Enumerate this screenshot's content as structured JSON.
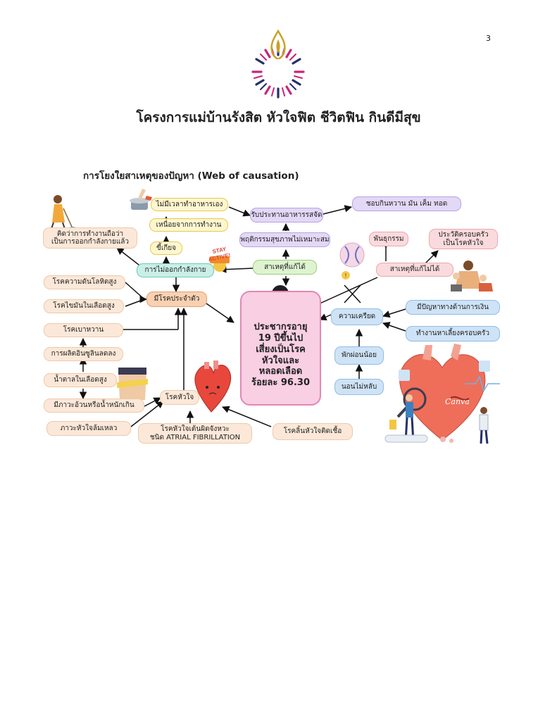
{
  "page_number": "3",
  "project_title": "โครงการแม่บ้านรังสิต หัวใจฟิต ชีวิตฟิน กินดีมีสุข",
  "section_heading": "การโยงใยสาเหตุของปัญหา (Web of causation)",
  "center": {
    "text": "ประชากรอายุ\n19 ปีขึ้นไป\nเสี่ยงเป็นโรค\nหัวใจและ\nหลอดเลือด\nร้อยละ 96.30"
  },
  "nodes": {
    "no_time_cooking": "ไม่มีเวลาทำอาหารเอง",
    "tired_from_work": "เหนื่อยจากการทำงาน",
    "lazy": "ขี้เกียจ",
    "think_housework_exercise": "คิดว่าการทำงานถือว่า\nเป็นการออกกำลังกายแล้ว",
    "no_exercise": "การไม่ออกกำลังกาย",
    "eat_fast_food": "รับประทานอาหารรสจัด",
    "like_sweet_fat_salty": "ชอบกินหวาน มัน เค็ม ทอด",
    "bad_health_behavior": "พฤติกรรมสุขภาพไม่เหมาะสม",
    "modifiable_causes": "สาเหตุที่แก้ได้",
    "genetics": "พันธุกรรม",
    "family_history": "ประวัติครอบครัว\nเป็นโรคหัวใจ",
    "non_modifiable_causes": "สาเหตุที่แก้ไม่ได้",
    "hypertension": "โรคความดันโลหิตสูง",
    "high_cholesterol": "โรคไขมันในเลือดสูง",
    "chronic_disease": "มีโรคประจำตัว",
    "diabetes": "โรคเบาหวาน",
    "insulin_decrease": "การผลิตอินซูลินลดลง",
    "high_blood_sugar": "น้ำตาลในเลือดสูง",
    "obesity": "มีภาวะอ้วนหรือน้ำหนักเกิน",
    "heart_failure": "ภาวะหัวใจล้มเหลว",
    "heart_disease": "โรคหัวใจ",
    "atrial_fibrillation": "โรคหัวใจเต้นผิดจังหวะ\nชนิด ATRIAL FIBRILLATION",
    "heart_valve_infection": "โรคลิ้นหัวใจติดเชื้อ",
    "financial_problems": "มีปัญหาทางด้านการเงิน",
    "family_breadwinner": "ทำงานหาเลี้ยงครอบครัว",
    "stress": "ความเครียด",
    "little_rest": "พักผ่อนน้อย",
    "insomnia": "นอนไม่หลับ"
  },
  "illustrations": {
    "sticker_text": "STAY ACTIVE!",
    "canva_watermark": "Canva"
  },
  "colors": {
    "magenta": "#c8247a",
    "navy": "#24306b",
    "gold": "#c9a227",
    "center_fill": "#f8cfe3"
  }
}
